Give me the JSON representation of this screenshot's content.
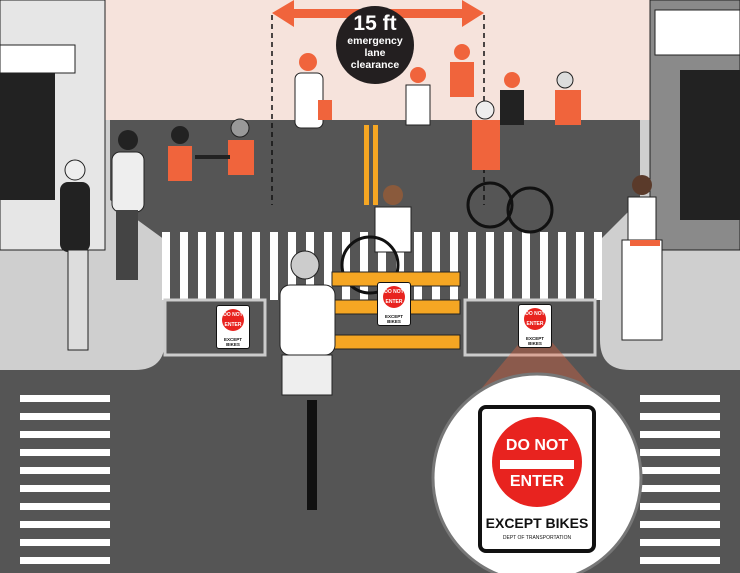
{
  "clearance_badge": {
    "value": "15 ft",
    "line1": "emergency",
    "line2": "lane",
    "line3": "clearance"
  },
  "sign": {
    "line1": "DO NOT",
    "line2": "ENTER",
    "line3": "EXCEPT BIKES",
    "footer": "DEPT OF TRANSPORTATION"
  },
  "colors": {
    "accent": "#f0643c",
    "road": "#555555",
    "sign_red": "#e8231f",
    "sky": "#f6e3dc"
  }
}
